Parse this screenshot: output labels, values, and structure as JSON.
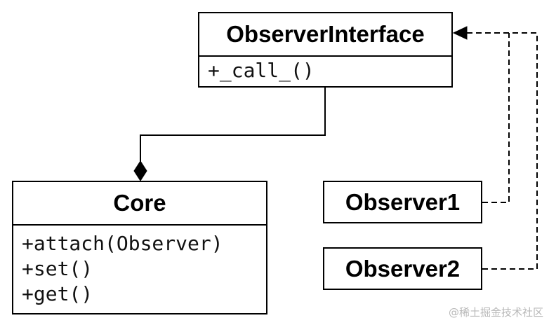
{
  "classes": {
    "observer_interface": {
      "name": "ObserverInterface",
      "operations": [
        "+_call_()"
      ]
    },
    "core": {
      "name": "Core",
      "operations": [
        "+attach(Observer)",
        "+set()",
        "+get()"
      ]
    },
    "observer1": {
      "name": "Observer1"
    },
    "observer2": {
      "name": "Observer2"
    }
  },
  "relations": [
    {
      "from": "core",
      "to": "observer_interface",
      "kind": "composition",
      "line": "solid"
    },
    {
      "from": "observer1",
      "to": "observer_interface",
      "kind": "realization",
      "line": "dashed"
    },
    {
      "from": "observer2",
      "to": "observer_interface",
      "kind": "realization",
      "line": "dashed"
    }
  ],
  "watermark": "@稀土掘金技术社区",
  "colors": {
    "line": "#000000",
    "background": "#ffffff",
    "watermark": "#b8b8b8"
  }
}
